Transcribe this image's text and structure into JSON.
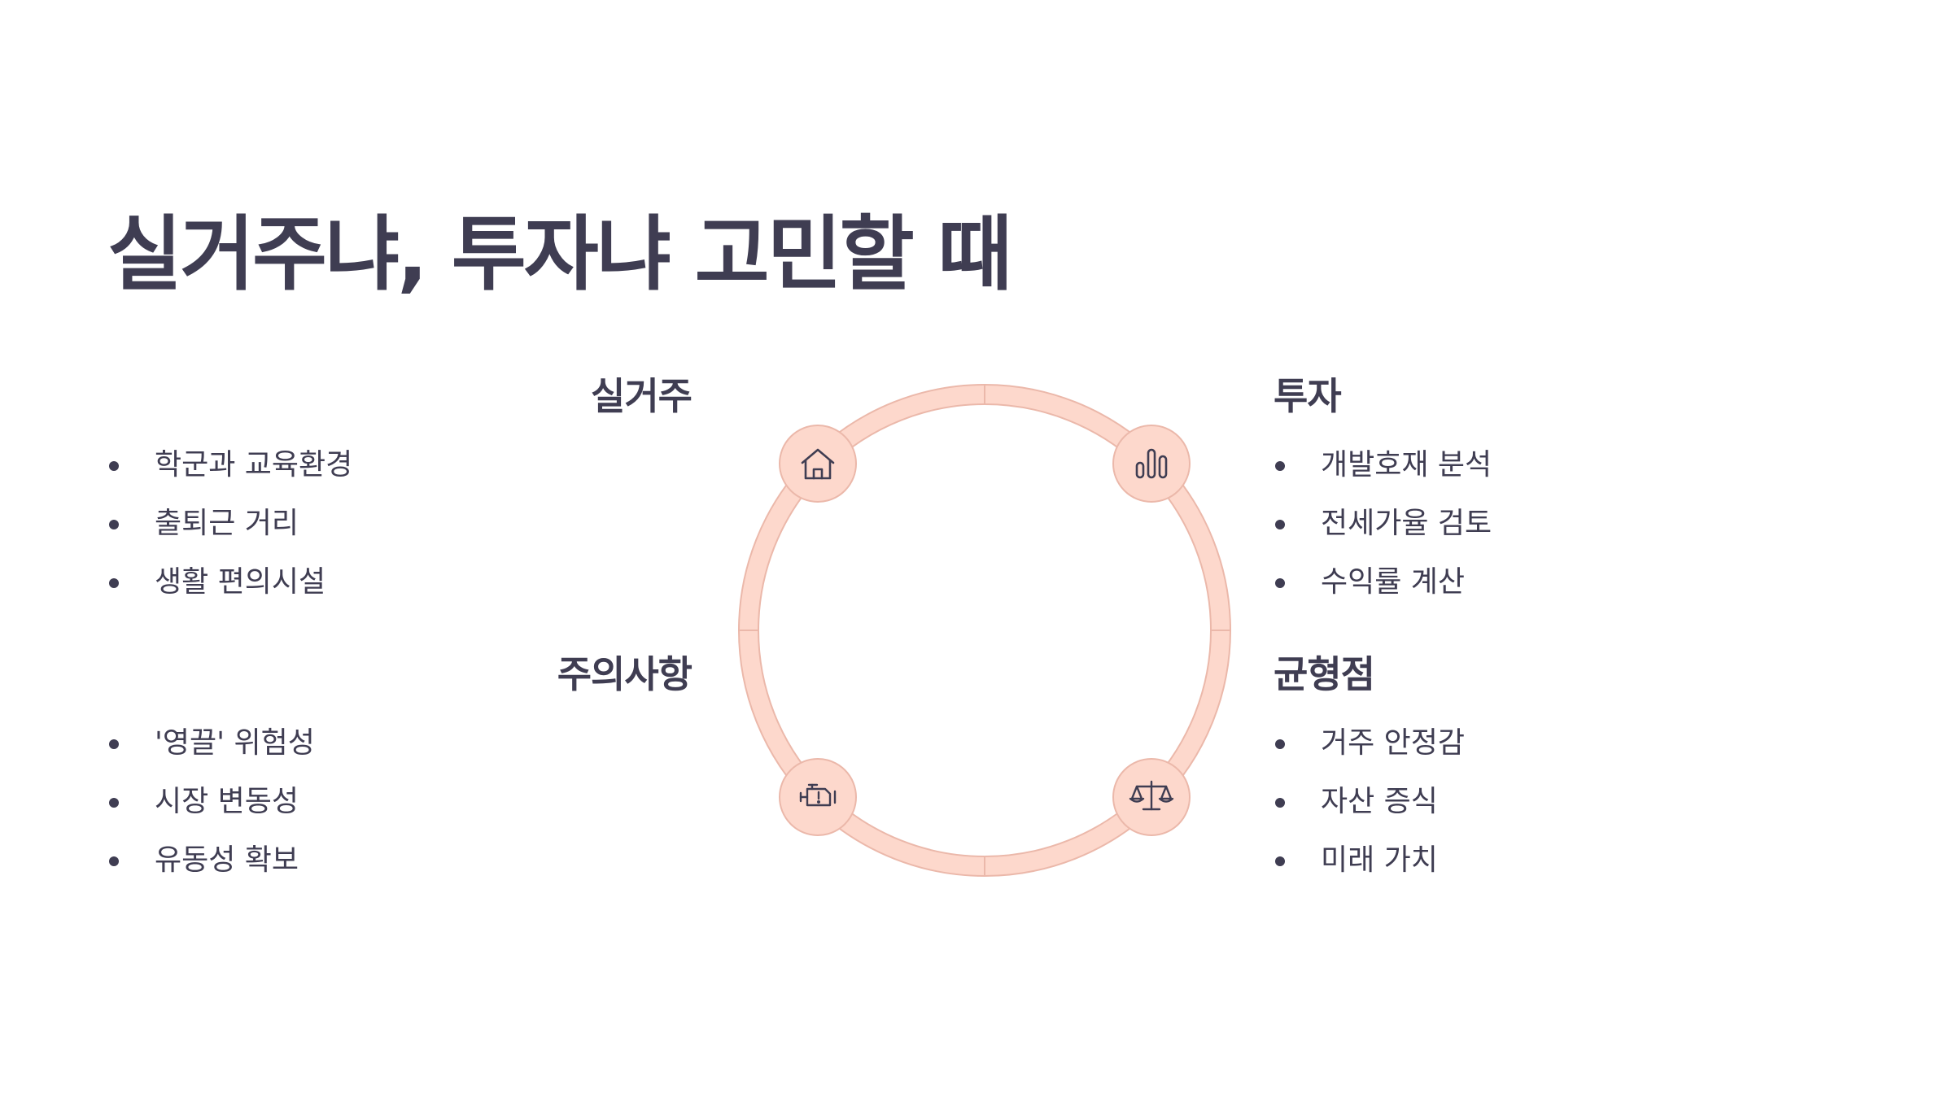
{
  "title": "실거주냐, 투자냐 고민할 때",
  "sections": {
    "residence": {
      "heading": "실거주",
      "items": [
        "학군과 교육환경",
        "출퇴근 거리",
        "생활 편의시설"
      ],
      "icon": "house-icon"
    },
    "investment": {
      "heading": "투자",
      "items": [
        "개발호재 분석",
        "전세가율 검토",
        "수익률 계산"
      ],
      "icon": "bar-chart-icon"
    },
    "caution": {
      "heading": "주의사항",
      "items": [
        "'영끌' 위험성",
        "시장 변동성",
        "유동성 확보"
      ],
      "icon": "warning-engine-icon"
    },
    "balance": {
      "heading": "균형점",
      "items": [
        "거주 안정감",
        "자산 증식",
        "미래 가치"
      ],
      "icon": "scale-icon"
    }
  },
  "colors": {
    "text": "#3f3d52",
    "ring": "#fdd8cc",
    "ring_stroke": "#ebb8aa",
    "node": "#fdd8cc",
    "background": "#ffffff"
  }
}
